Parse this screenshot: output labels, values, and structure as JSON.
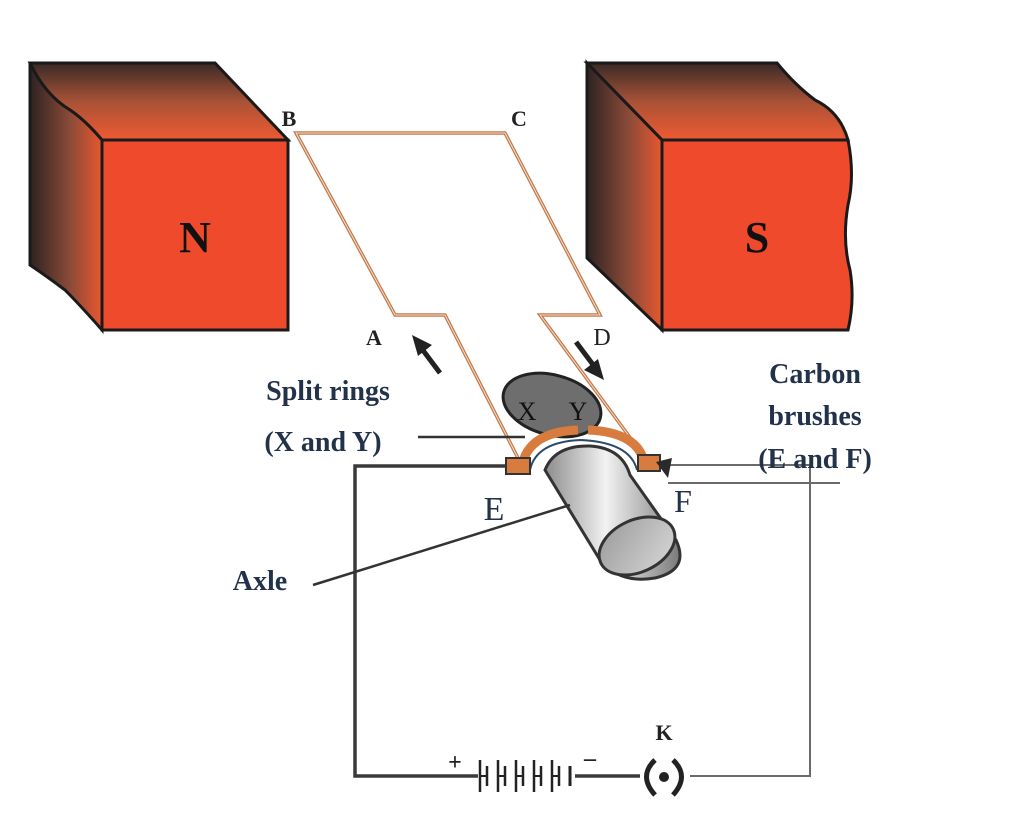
{
  "diagram": {
    "title": "Electric motor",
    "magnets": {
      "north": {
        "label": "N",
        "color": "#ef4a2c"
      },
      "south": {
        "label": "S",
        "color": "#ef4a2c"
      }
    },
    "coil": {
      "corner_labels": {
        "a": "A",
        "b": "B",
        "c": "C",
        "d": "D"
      },
      "color": "#c27a4a"
    },
    "rings": {
      "x": "X",
      "y": "Y"
    },
    "brushes": {
      "e": "E",
      "f": "F"
    },
    "callouts": {
      "split_rings_line1": "Split rings",
      "split_rings_line2": "(X and Y)",
      "carbon_line1": "Carbon",
      "carbon_line2": "brushes",
      "carbon_line3": "(E and F)",
      "axle": "Axle"
    },
    "circuit": {
      "battery_plus": "+",
      "battery_minus": "–",
      "key_label": "K",
      "battery_cells": 5
    },
    "colors": {
      "magnet_face": "#ef4a2c",
      "magnet_shadow": "#3a2a26",
      "coil": "#c27a4a",
      "axle": "#b8b8b8",
      "label_text": "#22324a"
    }
  }
}
